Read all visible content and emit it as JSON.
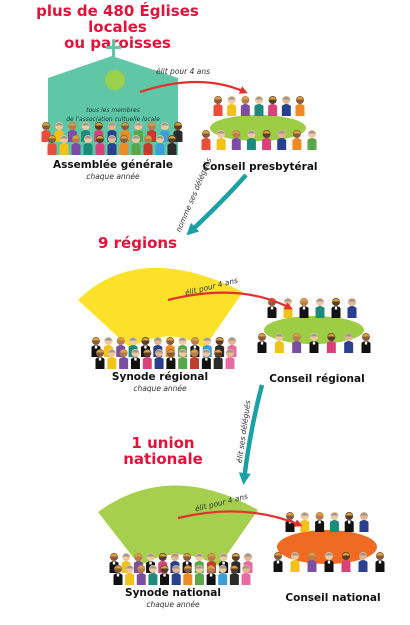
{
  "parishes": {
    "title_line1": "plus de 480 Églises locales",
    "title_line2": "ou paroisses",
    "church_text_line1": "tous les membres",
    "church_text_line2": "de l'association cultuelle locale",
    "assembly_label": "Assemblée générale",
    "assembly_sub": "chaque année",
    "council_label": "Conseil presbytéral",
    "elects_label": "élit pour 4 ans"
  },
  "link1": {
    "label": "nomme ses délégués"
  },
  "regions": {
    "title": "9 régions",
    "synod_label": "Synode régional",
    "synod_sub": "chaque année",
    "council_label": "Conseil régional",
    "elects_label": "élit pour 4 ans"
  },
  "link2": {
    "label": "élit ses délégués"
  },
  "national": {
    "title_line1": "1 union",
    "title_line2": "nationale",
    "synod_label": "Synode national",
    "synod_sub": "chaque année",
    "council_label": "Conseil national",
    "elects_label": "élit pour 4 ans"
  },
  "colors": {
    "title_red": "#e3123a",
    "arrow_red": "#e53030",
    "arrow_teal": "#1ba0a6",
    "church_teal": "#5fc6a6",
    "table_green": "#9ccd45",
    "fan_yellow": "#fbe12a",
    "fan_green": "#a5cf4c",
    "table_orange": "#ef6a22"
  }
}
